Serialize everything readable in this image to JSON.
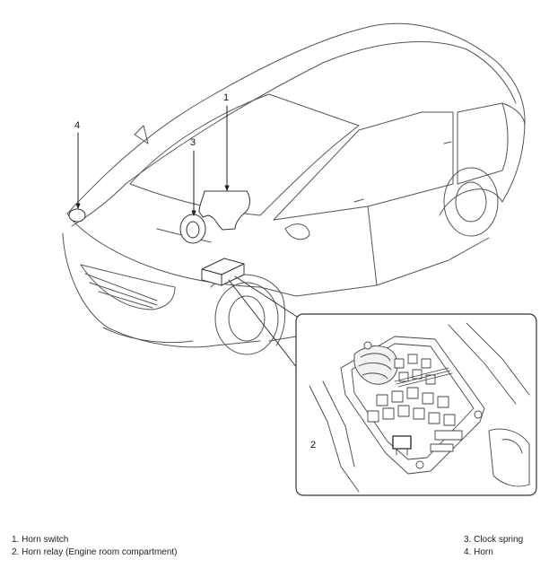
{
  "callouts": {
    "c1": "1",
    "c2": "2",
    "c3": "3",
    "c4": "4"
  },
  "legend": {
    "item1": "1. Horn switch",
    "item2": "2. Horn relay (Engine room compartment)",
    "item3": "3. Clock spring",
    "item4": "4. Horn"
  },
  "colors": {
    "line": "#333333",
    "light_line": "#888888",
    "fill": "#ffffff",
    "shade": "#e6e6e6"
  }
}
